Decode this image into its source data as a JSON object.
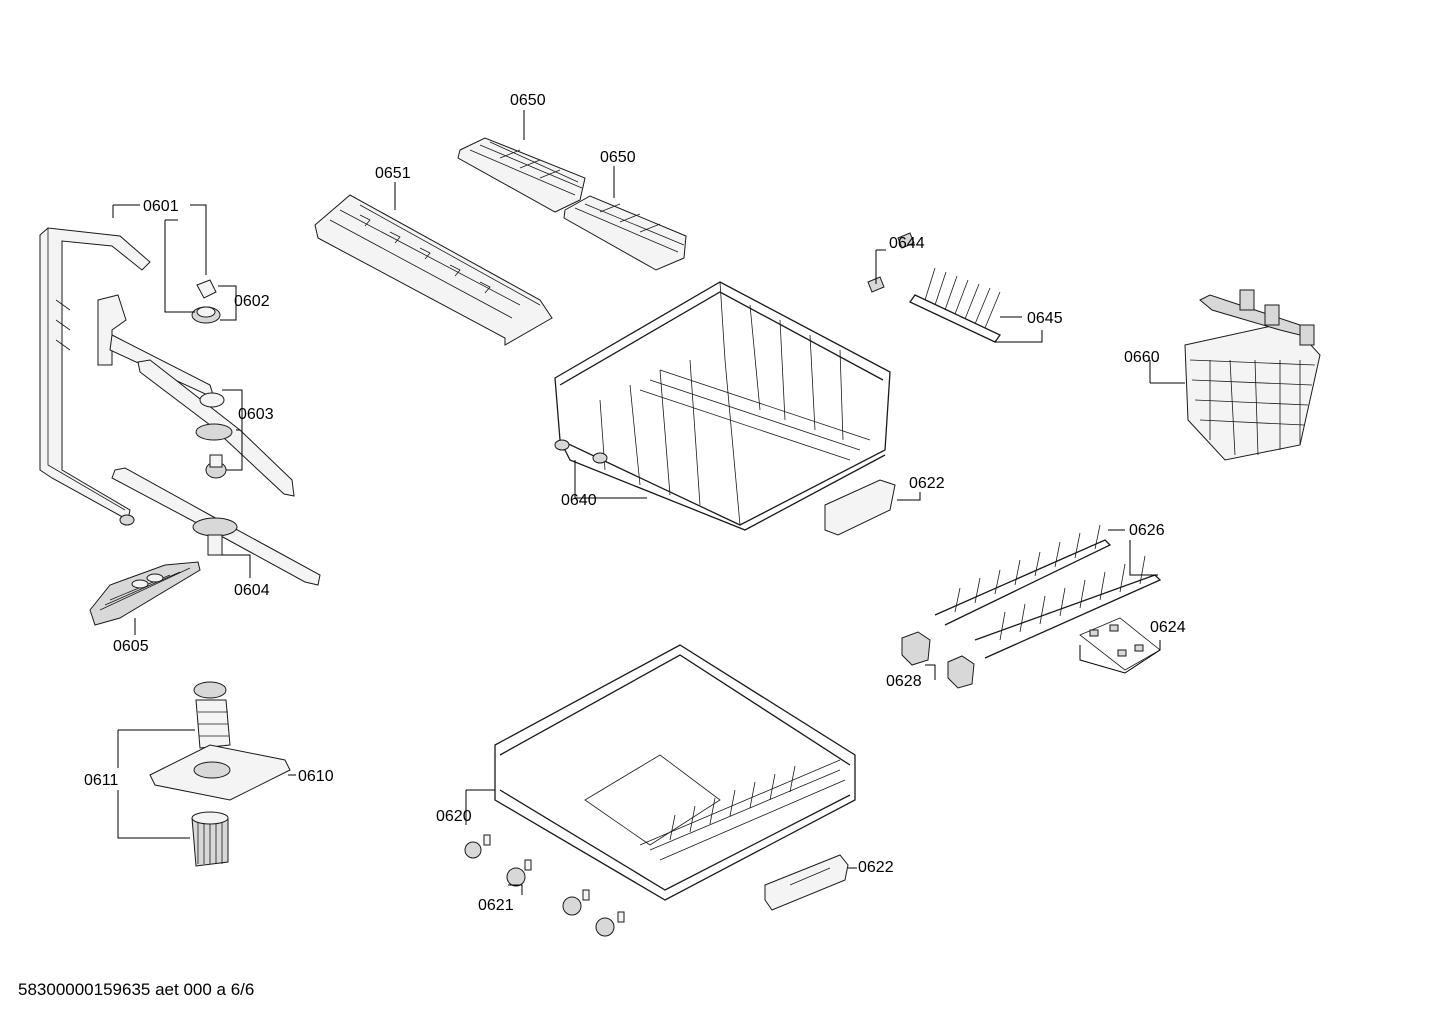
{
  "callouts": {
    "p0601": "0601",
    "p0602": "0602",
    "p0603": "0603",
    "p0604": "0604",
    "p0605": "0605",
    "p0610": "0610",
    "p0611": "0611",
    "p0620": "0620",
    "p0621": "0621",
    "p0622a": "0622",
    "p0622b": "0622",
    "p0624": "0624",
    "p0626": "0626",
    "p0628": "0628",
    "p0640": "0640",
    "p0644": "0644",
    "p0645": "0645",
    "p0650a": "0650",
    "p0650b": "0650",
    "p0651": "0651",
    "p0660": "0660"
  },
  "footer": "58300000159635 aet 000 a 6/6"
}
